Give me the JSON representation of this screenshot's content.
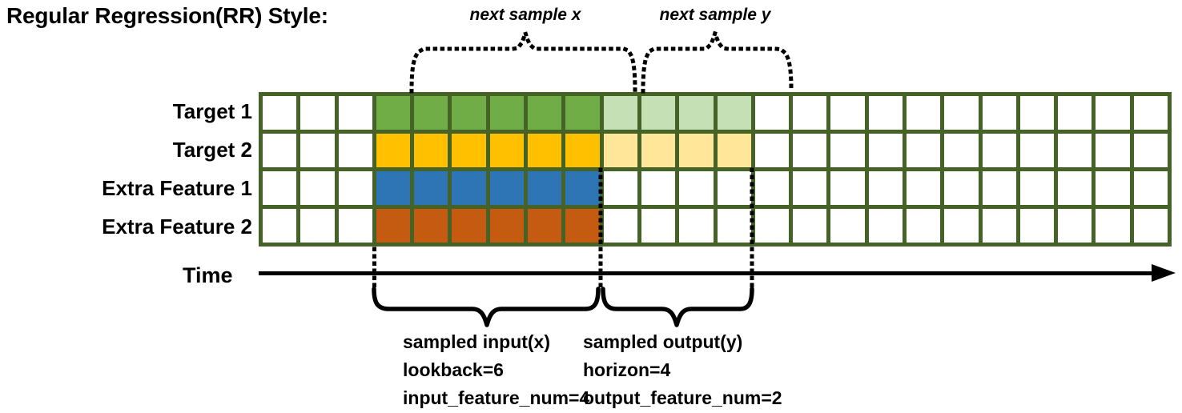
{
  "title": "Regular Regression(RR) Style:",
  "top_braces": {
    "next_sample_x_label": "next sample x",
    "next_sample_y_label": "next sample y"
  },
  "time_axis": {
    "label": "Time"
  },
  "grid": {
    "columns": 24,
    "border_color": "#456227",
    "rows": [
      {
        "label": "Target 1",
        "solid_color": "#70AD47",
        "light_color": "#C5E0B4",
        "solid_from": 4,
        "solid_to": 9,
        "light_from": 10,
        "light_to": 13
      },
      {
        "label": "Target 2",
        "solid_color": "#FFC000",
        "light_color": "#FFE699",
        "solid_from": 4,
        "solid_to": 9,
        "light_from": 10,
        "light_to": 13
      },
      {
        "label": "Extra Feature 1",
        "solid_color": "#2E75B6",
        "solid_from": 4,
        "solid_to": 9
      },
      {
        "label": "Extra Feature 2",
        "solid_color": "#C55A11",
        "solid_from": 4,
        "solid_to": 9
      }
    ]
  },
  "bottom_annotations": {
    "input": {
      "lines": [
        "sampled input(x)",
        "lookback=6",
        "input_feature_num=4"
      ]
    },
    "output": {
      "lines": [
        "sampled output(y)",
        "horizon=4",
        "output_feature_num=2"
      ]
    }
  }
}
